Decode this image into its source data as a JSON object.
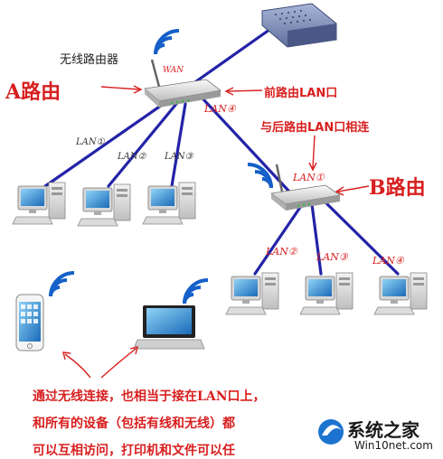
{
  "labels": {
    "wireless_router": "无线路由器",
    "router_a": "A路由",
    "router_b": "B路由",
    "wan": "WAN",
    "front_lan": "前路由LAN口",
    "connect_back": "与后路由LAN口相连",
    "a_lan1": "LAN①",
    "a_lan2": "LAN②",
    "a_lan3": "LAN③",
    "a_lan4": "LAN④",
    "b_lan1": "LAN①",
    "b_lan2": "LAN②",
    "b_lan3": "LAN③",
    "b_lan4": "LAN④"
  },
  "note": {
    "line1": "通过无线连接，也相当于接在LAN口上，",
    "line2": "和所有的设备（包括有线和无线）都",
    "line3": "可以互相访问，打印机和文件可以任"
  },
  "watermark": {
    "title": "系统之家",
    "site": "Win10net.com"
  },
  "colors": {
    "cable": "#2323a8",
    "accent_red": "#d81e1e",
    "wifi_blue": "#1560c9",
    "logo_blue": "#1d74d0"
  }
}
